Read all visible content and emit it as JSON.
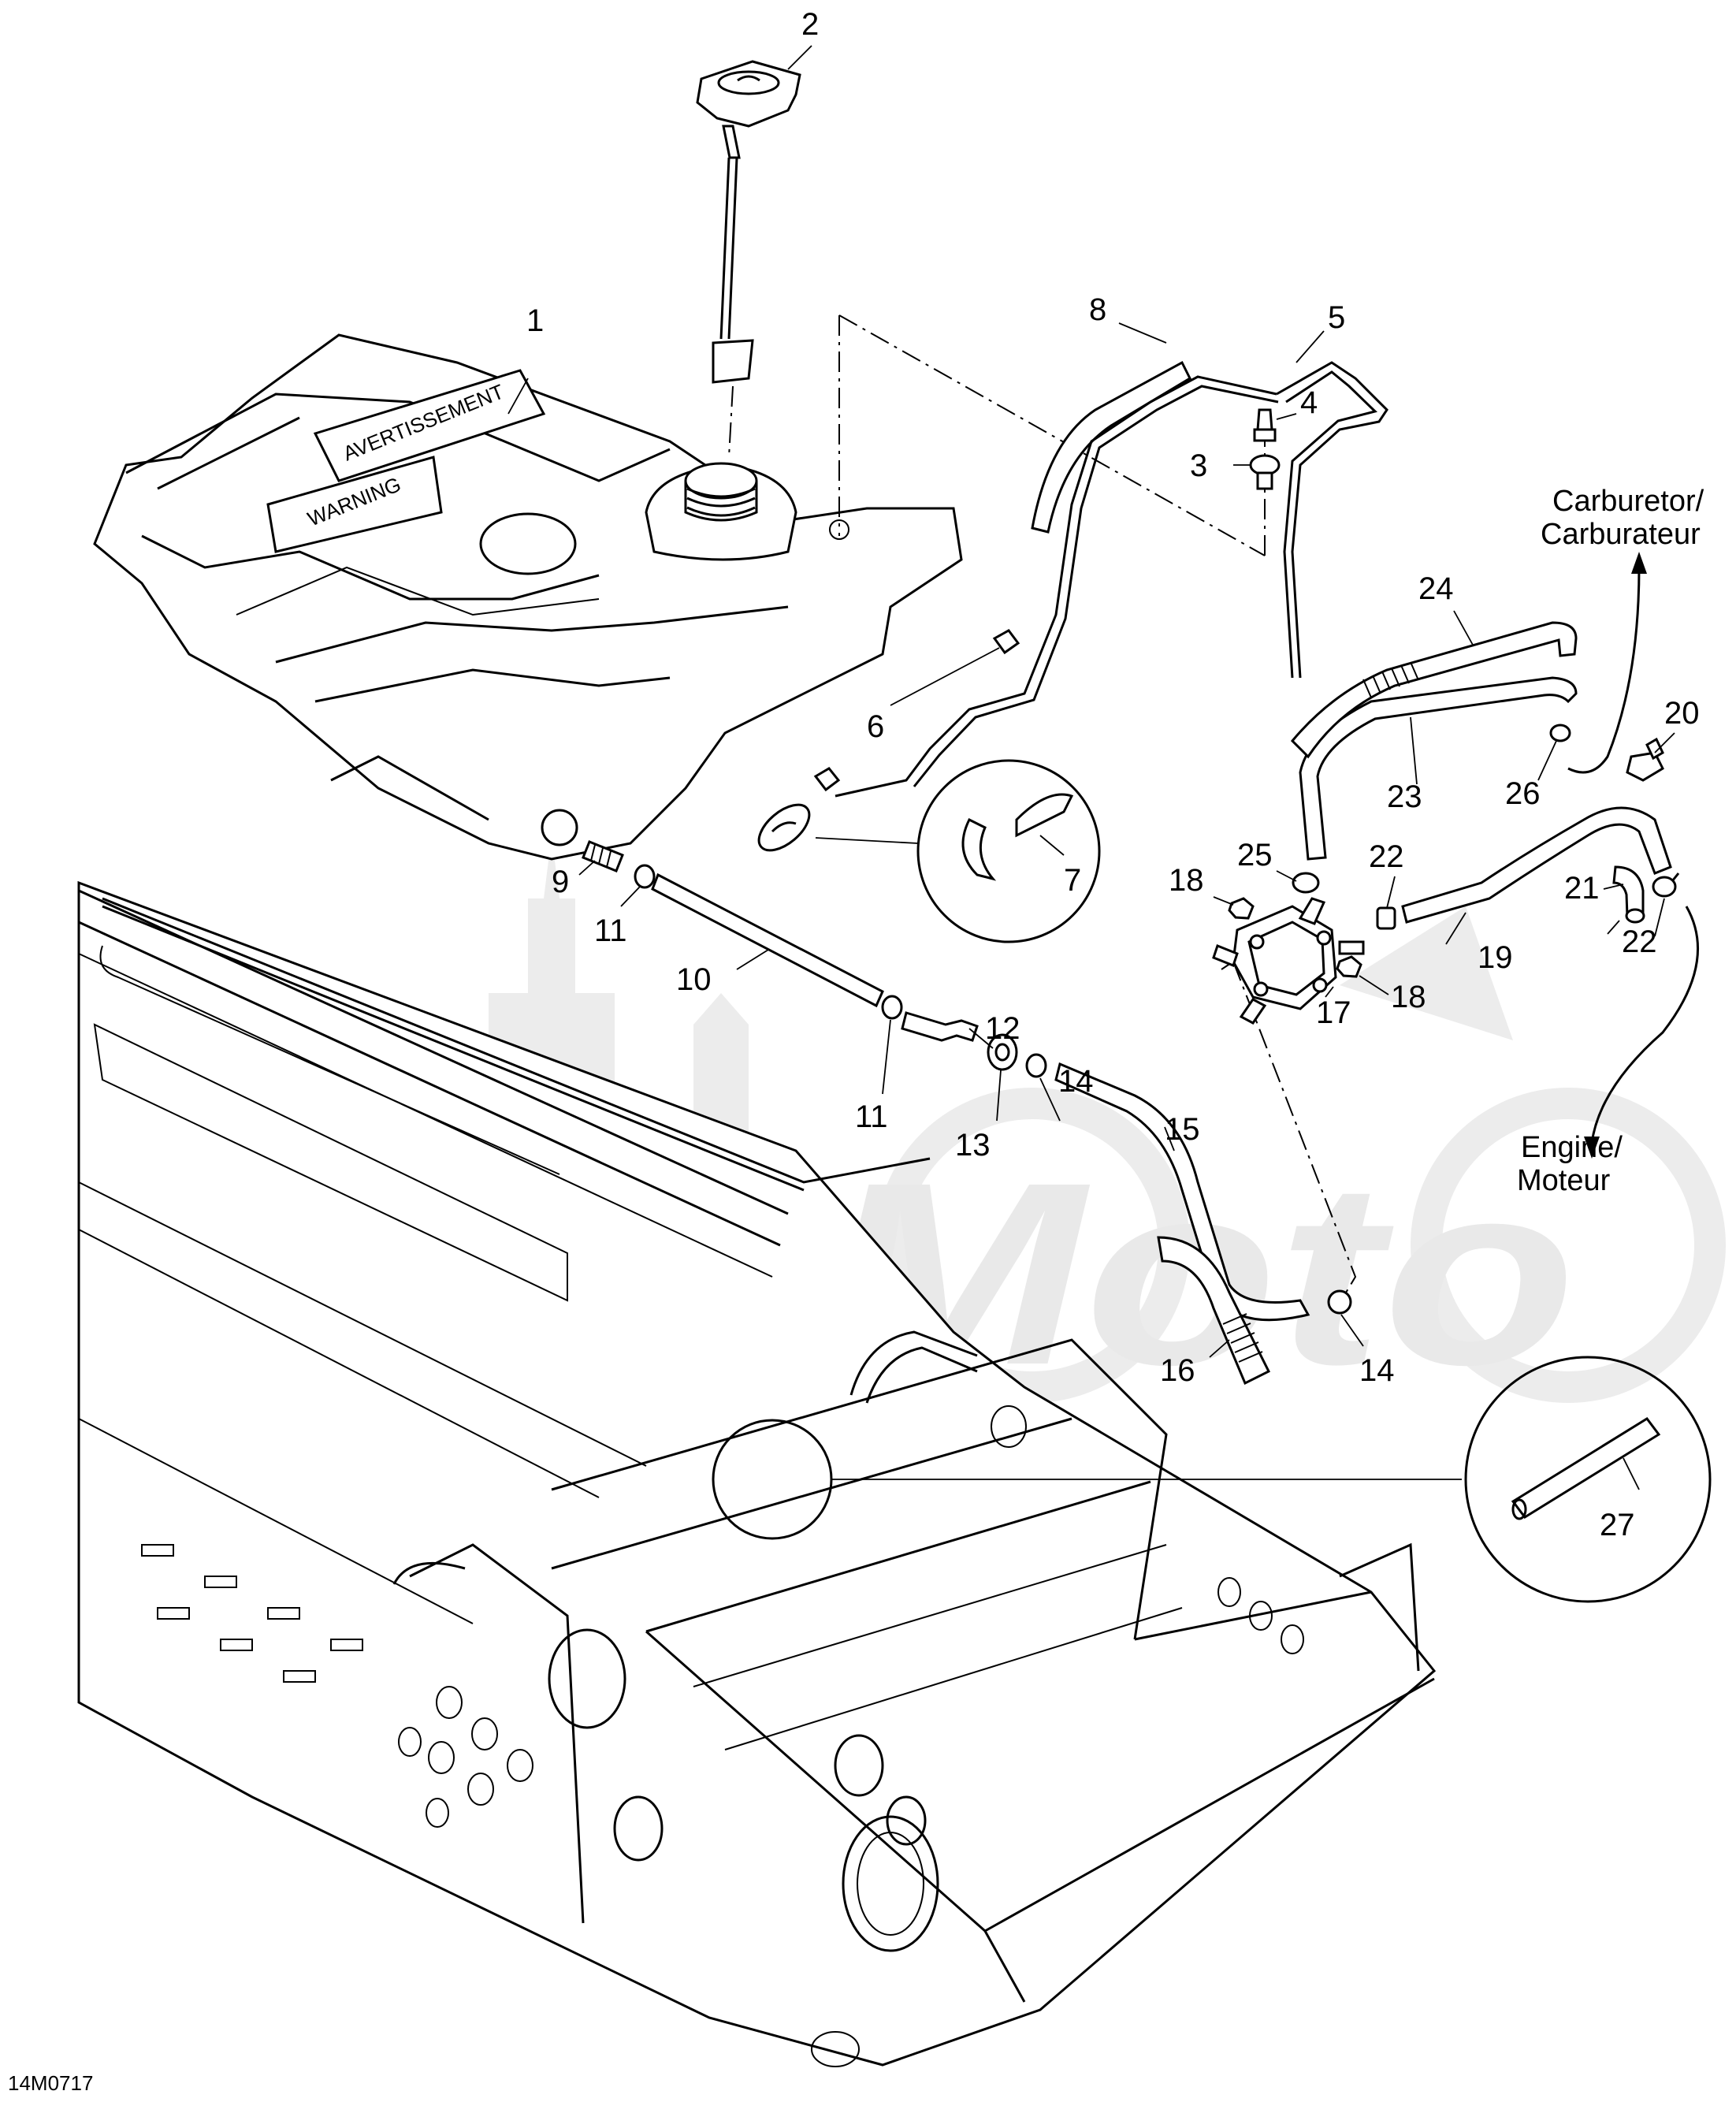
{
  "watermark_text": "AvtoMoto",
  "figure_code": "14M0717",
  "callouts": [
    {
      "id": "c1",
      "text": "1"
    },
    {
      "id": "c2",
      "text": "2"
    },
    {
      "id": "c3",
      "text": "3"
    },
    {
      "id": "c4",
      "text": "4"
    },
    {
      "id": "c5",
      "text": "5"
    },
    {
      "id": "c6",
      "text": "6"
    },
    {
      "id": "c7",
      "text": "7"
    },
    {
      "id": "c8",
      "text": "8"
    },
    {
      "id": "c9",
      "text": "9"
    },
    {
      "id": "c10",
      "text": "10"
    },
    {
      "id": "c11a",
      "text": "11"
    },
    {
      "id": "c11b",
      "text": "11"
    },
    {
      "id": "c12",
      "text": "12"
    },
    {
      "id": "c13",
      "text": "13"
    },
    {
      "id": "c14a",
      "text": "14"
    },
    {
      "id": "c14b",
      "text": "14"
    },
    {
      "id": "c15",
      "text": "15"
    },
    {
      "id": "c16",
      "text": "16"
    },
    {
      "id": "c17",
      "text": "17"
    },
    {
      "id": "c18a",
      "text": "18"
    },
    {
      "id": "c18b",
      "text": "18"
    },
    {
      "id": "c19",
      "text": "19"
    },
    {
      "id": "c20",
      "text": "20"
    },
    {
      "id": "c21",
      "text": "21"
    },
    {
      "id": "c22a",
      "text": "22"
    },
    {
      "id": "c22b",
      "text": "22"
    },
    {
      "id": "c23",
      "text": "23"
    },
    {
      "id": "c24",
      "text": "24"
    },
    {
      "id": "c25",
      "text": "25"
    },
    {
      "id": "c26",
      "text": "26"
    },
    {
      "id": "c27",
      "text": "27"
    }
  ],
  "destinations": {
    "carburetor_en": "Carburetor/",
    "carburetor_fr": "Carburateur",
    "engine_en": "Engine/",
    "engine_fr": "Moteur"
  },
  "decals": {
    "warning_fr": "AVERTISSEMENT",
    "warning_en": "WARNING"
  }
}
